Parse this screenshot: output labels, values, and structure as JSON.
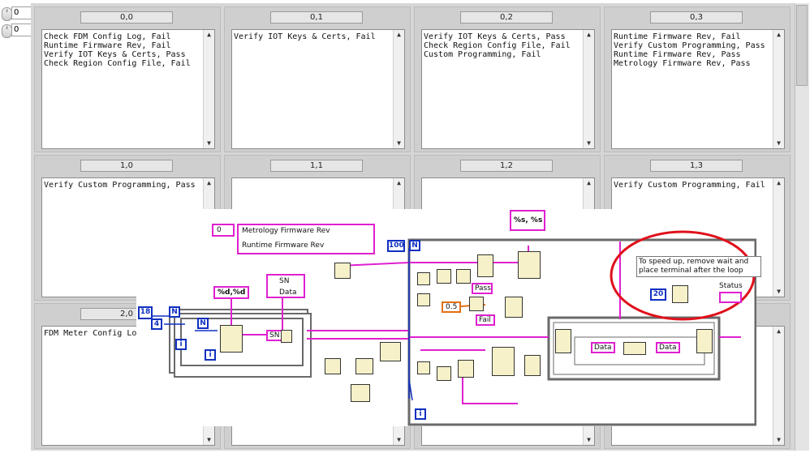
{
  "index_controls": [
    "0",
    "0"
  ],
  "spin_glyph": "⇕",
  "cells": [
    {
      "header": "0,0",
      "text": "Check FDM Config Log, Fail\nRuntime Firmware Rev, Fail\nVerify IOT Keys & Certs, Pass\nCheck Region Config File, Fail"
    },
    {
      "header": "0,1",
      "text": "Verify IOT Keys & Certs, Fail"
    },
    {
      "header": "0,2",
      "text": "Verify IOT Keys & Certs, Pass\nCheck Region Config File, Fail\nCustom Programming, Fail"
    },
    {
      "header": "0,3",
      "text": "Runtime Firmware Rev, Fail\nVerify Custom Programming, Pass\nRuntime Firmware Rev, Pass\nMetrology Firmware Rev, Pass"
    },
    {
      "header": "1,0",
      "text": "Verify Custom Programming, Pass"
    },
    {
      "header": "1,1",
      "text": ""
    },
    {
      "header": "1,2",
      "text": ""
    },
    {
      "header": "1,3",
      "text": "Verify Custom Programming, Fail"
    },
    {
      "header": "2,0",
      "text": "FDM Meter Config Log"
    },
    {
      "header": "",
      "text": ""
    },
    {
      "header": "",
      "text": ""
    },
    {
      "header": "",
      "text": ""
    }
  ],
  "scroll_up": "▲",
  "scroll_down": "▼",
  "diagram": {
    "string_array": {
      "index": "0",
      "items": [
        "Metrology Firmware Rev",
        "Runtime Firmware Rev"
      ]
    },
    "format_inner": "%d,%d",
    "format_outer": "%s, %s",
    "cluster_labels": [
      "SN",
      "Data"
    ],
    "const_18": "18",
    "const_4": "4",
    "const_100": "100",
    "const_20": "20",
    "const_05": "0.5",
    "loop_N": "N",
    "loop_i": "i",
    "sn_tag": "SN",
    "pass_label": "Pass",
    "fail_label": "Fail",
    "data_tag": "Data",
    "status_label": "Status",
    "comment": "To speed up, remove wait and\nplace terminal after the loop",
    "colors": {
      "pink": "#e020d0",
      "blue": "#1030c0",
      "orange": "#e07010",
      "highlight": "#e0101a"
    }
  }
}
